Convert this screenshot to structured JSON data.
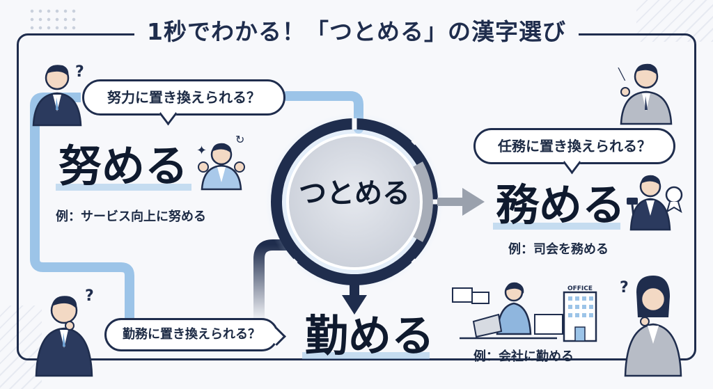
{
  "title": "1秒でわかる！「つとめる」の漢字選び",
  "center": {
    "label": "つとめる"
  },
  "branches": [
    {
      "question": "努力に置き換えられる？",
      "kanji": "努める",
      "example": "例：サービス向上に努める"
    },
    {
      "question": "任務に置き換えられる？",
      "kanji": "務める",
      "example": "例：司会を務める"
    },
    {
      "question": "勤務に置き換えられる？",
      "kanji": "勤める",
      "example": "例：会社に勤める"
    }
  ],
  "signs": {
    "office": "OFFICE"
  },
  "colors": {
    "navy": "#1f2d4d",
    "light_blue": "#9cc4e8",
    "gray_arrow": "#9aa1ad"
  },
  "icons": [
    "question-mark-icon",
    "sparkle-icon",
    "medal-icon",
    "gavel-icon",
    "office-building-icon",
    "computer-icon"
  ]
}
